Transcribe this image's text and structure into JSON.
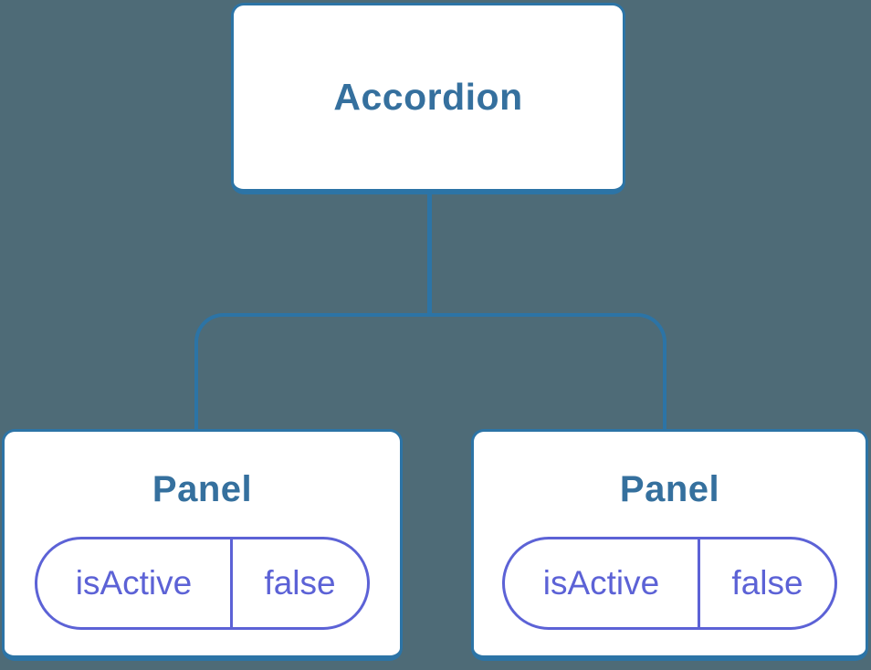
{
  "diagram": {
    "type": "component-tree",
    "colors": {
      "bg": "#4e6b77",
      "line": "#2c74a6",
      "title": "#35709e",
      "state": "#5c62d6",
      "node-bg": "#ffffff"
    },
    "root": {
      "label": "Accordion"
    },
    "children": [
      {
        "label": "Panel",
        "state": {
          "key": "isActive",
          "value": "false"
        }
      },
      {
        "label": "Panel",
        "state": {
          "key": "isActive",
          "value": "false"
        }
      }
    ]
  }
}
